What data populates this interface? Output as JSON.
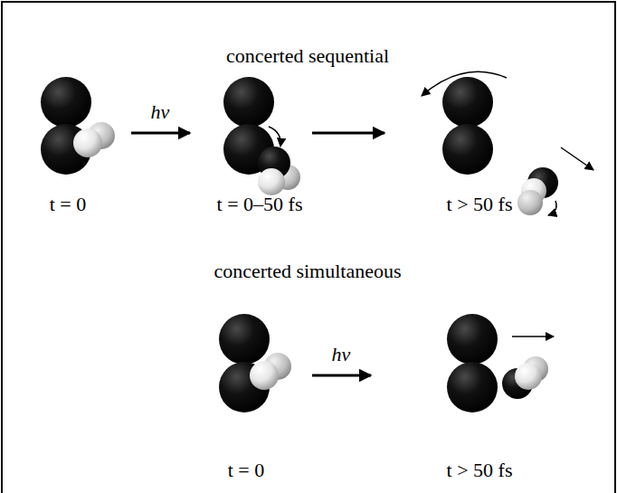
{
  "diagram": {
    "labels": [
      "concerted sequential",
      "hν",
      "t = 0",
      "t = 0–50 fs",
      "t > 50 fs",
      "concerted simultaneous",
      "hν",
      "t = 0",
      "t > 50 fs"
    ]
  }
}
